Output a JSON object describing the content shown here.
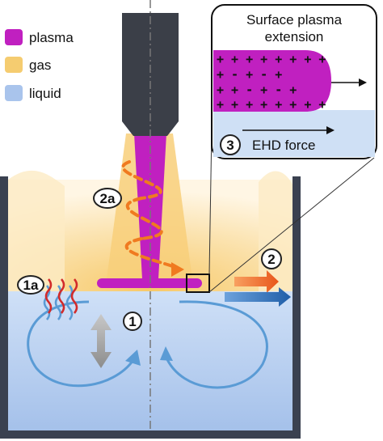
{
  "legend": [
    {
      "label": "plasma",
      "color": "#c020c0"
    },
    {
      "label": "gas",
      "color": "#f5cc70"
    },
    {
      "label": "liquid",
      "color": "#a9c4ec"
    }
  ],
  "inset": {
    "title_line1": "Surface plasma",
    "title_line2": "extension",
    "force_label": "EHD force",
    "force_number": "3",
    "charge_rows": [
      "+ + + + + + + +",
      "+   -   +   -  +",
      "+  +   -   +  -  +",
      "+ + + + + + + +"
    ]
  },
  "markers": {
    "m1": "1",
    "m1a": "1a",
    "m2": "2",
    "m2a": "2a"
  },
  "colors": {
    "plasma": "#c020c0",
    "gas": "#f5cc70",
    "liquid": "#a9c4ec",
    "vessel": "#3a4150",
    "electrode": "#3b3f48",
    "flow_arrow": "#5a9bd5",
    "orange": "#f07a20",
    "blue_arrow": "#2e6fb8"
  },
  "icons": [
    "up-down-arrow-icon",
    "right-arrow-icon",
    "wavy-arrows-icon"
  ]
}
